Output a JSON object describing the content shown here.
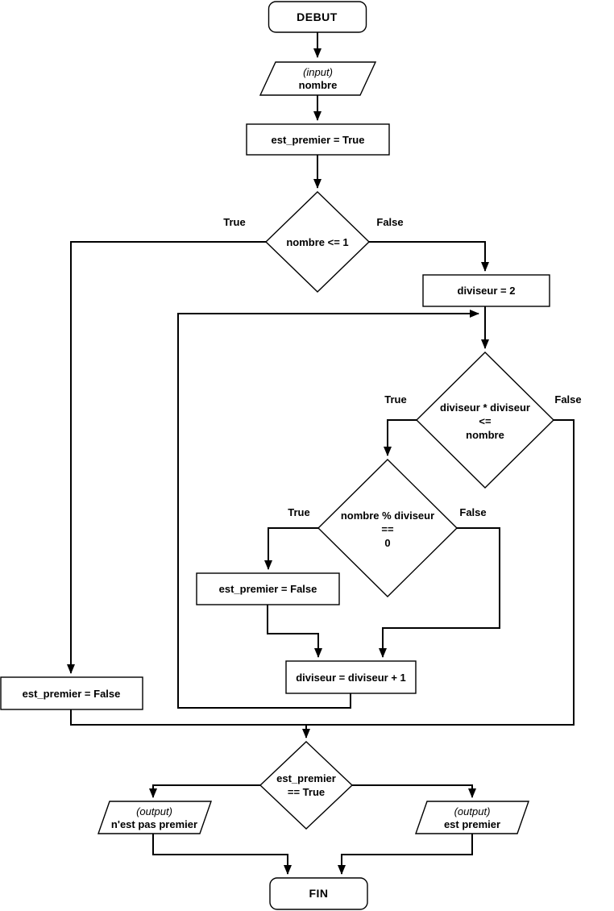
{
  "flowchart": {
    "nodes": {
      "start": {
        "label": "DEBUT"
      },
      "input_nombre": {
        "prefix": "(input)",
        "label": "nombre"
      },
      "init_est_premier": {
        "label": "est_premier = True"
      },
      "decision_nombre_le_1": {
        "label": "nombre <= 1"
      },
      "init_diviseur": {
        "label": "diviseur = 2"
      },
      "decision_diviseur_squared": {
        "line1": "diviseur * diviseur",
        "line2": "<=",
        "line3": "nombre"
      },
      "decision_modulo": {
        "line1": "nombre % diviseur",
        "line2": "==",
        "line3": "0"
      },
      "set_est_premier_false_inner": {
        "label": "est_premier = False"
      },
      "increment_diviseur": {
        "label": "diviseur = diviseur + 1"
      },
      "set_est_premier_false_left": {
        "label": "est_premier = False"
      },
      "decision_est_premier": {
        "line1": "est_premier",
        "line2": "== True"
      },
      "output_not_prime": {
        "prefix": "(output)",
        "label": "n'est pas premier"
      },
      "output_prime": {
        "prefix": "(output)",
        "label": "est premier"
      },
      "end": {
        "label": "FIN"
      }
    },
    "edge_labels": {
      "d1_true": "True",
      "d1_false": "False",
      "d2_true": "True",
      "d2_false": "False",
      "d3_true": "True",
      "d3_false": "False"
    },
    "colors": {
      "stroke": "#000000",
      "shape_fill": "#ffffff",
      "text": "#000000",
      "background": "#ffffff"
    }
  }
}
